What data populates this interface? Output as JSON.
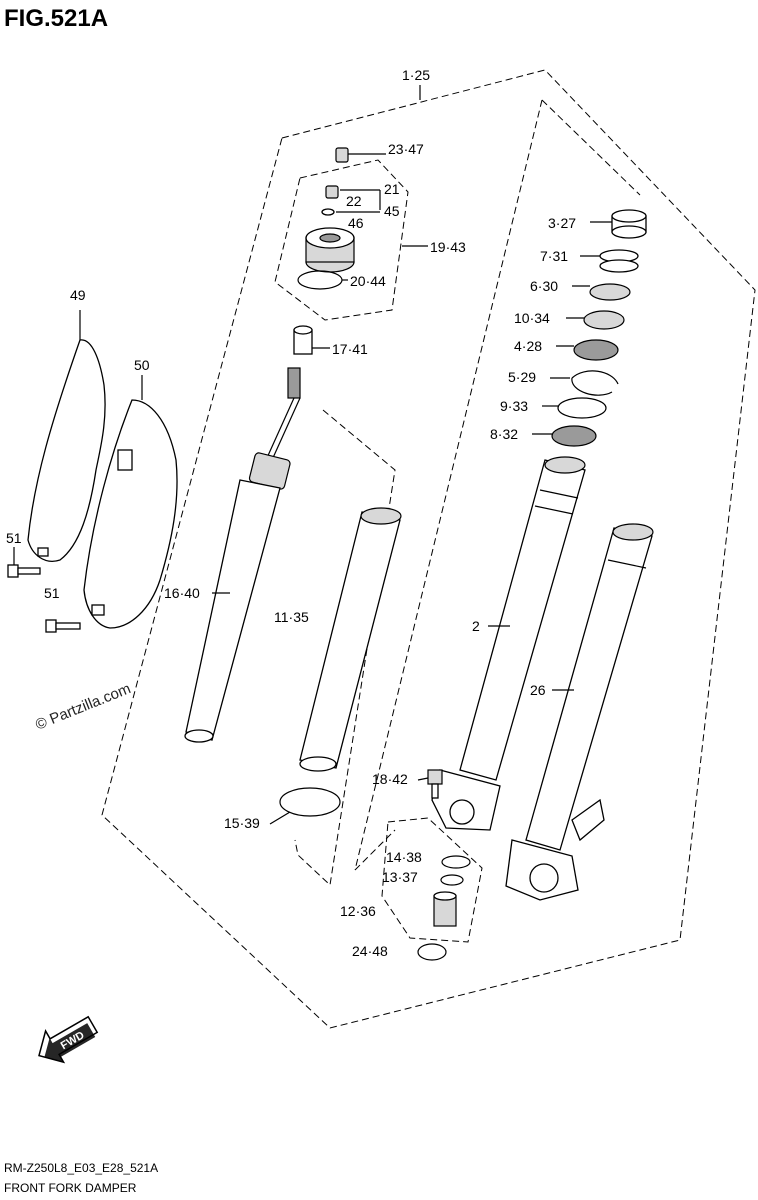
{
  "header": {
    "figure_id": "FIG.521A"
  },
  "labels": {
    "l1": "1·25",
    "l2": "2",
    "l3": "3·27",
    "l4": "4·28",
    "l5": "5·29",
    "l6": "6·30",
    "l7": "7·31",
    "l8": "8·32",
    "l9": "9·33",
    "l10": "10·34",
    "l11": "11·35",
    "l12": "12·36",
    "l13": "13·37",
    "l14": "14·38",
    "l15": "15·39",
    "l16": "16·40",
    "l17": "17·41",
    "l18": "18·42",
    "l19": "19·43",
    "l20": "20·44",
    "l21": "21",
    "l22": "22",
    "l45": "45",
    "l46": "46",
    "l23": "23·47",
    "l24": "24·48",
    "l26": "26",
    "l49": "49",
    "l50": "50",
    "l51a": "51",
    "l51b": "51"
  },
  "watermark": "© Partzilla.com",
  "direction_badge": "FWD",
  "footer": {
    "model_code": "RM-Z250L8_E03_E28_521A",
    "title": "FRONT FORK DAMPER"
  }
}
